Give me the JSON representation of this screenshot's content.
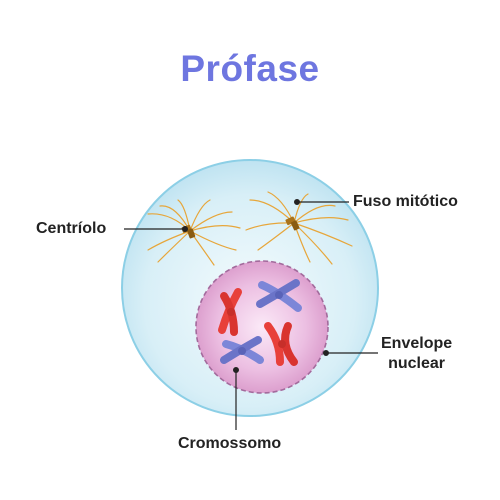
{
  "title": "Prófase",
  "labels": {
    "centriolo": "Centríolo",
    "fuso": "Fuso mitótico",
    "envelope_line1": "Envelope",
    "envelope_line2": "nuclear",
    "cromossomo": "Cromossomo"
  },
  "colors": {
    "title": "#6e76e0",
    "cell_fill": "#d6eef6",
    "cell_edge": "#8ccfe6",
    "nucleus_fill": "#e4a8d6",
    "nucleus_edge": "#b077a8",
    "spindle": "#e7a63a",
    "centriole": "#a9731c",
    "chromosome_red": "#e8403a",
    "chromosome_blue": "#7c86d8",
    "leader": "#222222"
  }
}
